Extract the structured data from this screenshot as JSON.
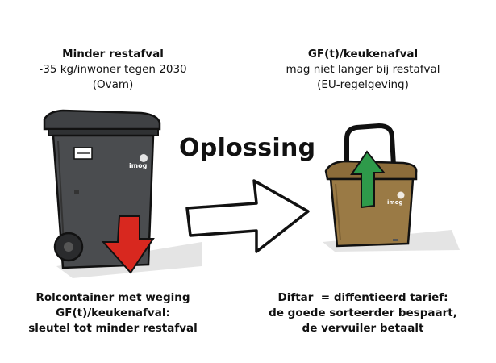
{
  "left_top": {
    "title": "Minder restafval",
    "line1": "-35 kg/inwoner tegen 2030",
    "line2": "(Ovam)"
  },
  "right_top": {
    "title": "GF(t)/keukenafval",
    "line1": "mag niet langer bij restafval",
    "line2": "(EU-regelgeving)"
  },
  "center": {
    "label": "Oplossing"
  },
  "left_bottom": {
    "line1": "Rolcontainer met weging",
    "line2": "GF(t)/keukenafval:",
    "line3": "sleutel tot minder restafval"
  },
  "right_bottom": {
    "line1": "Diftar  = diffentieerd tarief:",
    "line2": "de goede sorteerder bespaart,",
    "line3": "de vervuiler betaalt"
  },
  "bin_logo": {
    "brand": "imog"
  },
  "colors": {
    "grey_bin": "#4a4c4f",
    "brown_bin": "#9a7a45",
    "down_arrow": "#d8281f",
    "up_arrow": "#2e9a4a"
  },
  "icons": [
    "grey-rolcontainer",
    "red-down-arrow",
    "white-right-arrow",
    "brown-kitchen-caddy",
    "green-up-arrow"
  ]
}
